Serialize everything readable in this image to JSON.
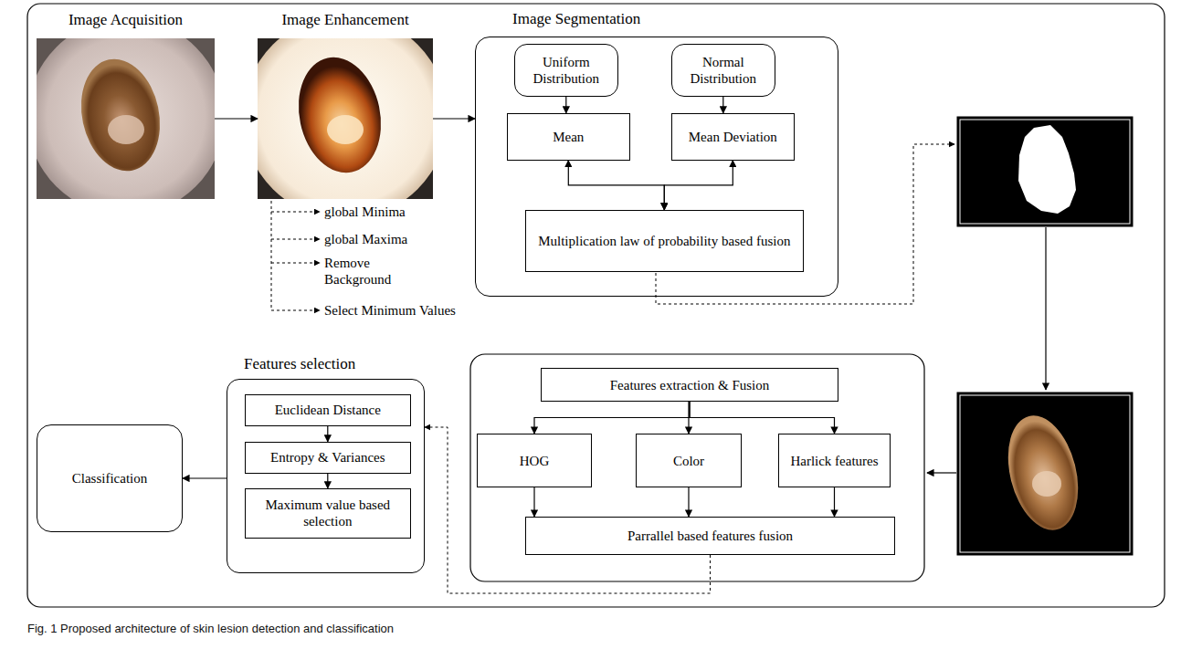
{
  "diagram": {
    "caption": "Fig. 1 Proposed architecture of skin lesion detection and classification",
    "nodes": [
      {
        "text": [
          "Image Acquisition"
        ]
      },
      {
        "text": [
          "Image Enhancement"
        ]
      },
      {
        "text": [
          "Image Segmentation"
        ]
      },
      {
        "text": [
          "Uniform Distribution"
        ],
        "in": 2
      },
      {
        "text": [
          "Normal Distribution"
        ],
        "in": 2
      },
      {
        "text": [
          "Mean"
        ],
        "in": 2
      },
      {
        "text": [
          "Mean Deviation"
        ],
        "in": 2
      },
      {
        "text": [
          "Multiplication law of probability based fusion"
        ],
        "in": 2
      },
      {
        "text": [
          "Features selection"
        ]
      },
      {
        "text": [
          "Euclidean Distance"
        ],
        "in": 8
      },
      {
        "text": [
          "Entropy & Variances"
        ],
        "in": 8
      },
      {
        "text": [
          "Maximum value based selection"
        ],
        "in": 8
      },
      {
        "text": [
          "Features extraction & Fusion"
        ]
      },
      {
        "text": [
          "HOG"
        ]
      },
      {
        "text": [
          "Color"
        ]
      },
      {
        "text": [
          "Harlick features"
        ]
      },
      {
        "text": [
          "Parrallel based features fusion"
        ]
      },
      {
        "text": [
          "Classification"
        ]
      }
    ],
    "edges": [
      {
        "from": 0,
        "to": 1,
        "arrow": "to"
      },
      {
        "from": 1,
        "to": 2,
        "arrow": "to"
      },
      {
        "from": 3,
        "to": 5,
        "arrow": "to"
      },
      {
        "from": 4,
        "to": 6,
        "arrow": "to"
      },
      {
        "from": 5,
        "to": 7,
        "arrow": "both"
      },
      {
        "from": 6,
        "to": 7,
        "arrow": "both"
      },
      {
        "from": 9,
        "to": 10,
        "arrow": "to"
      },
      {
        "from": 10,
        "to": 11,
        "arrow": "to"
      },
      {
        "from": 8,
        "to": 17,
        "arrow": "to"
      },
      {
        "from": 12,
        "to": 13,
        "arrow": "to"
      },
      {
        "from": 12,
        "to": 14,
        "arrow": "to"
      },
      {
        "from": 12,
        "to": 15,
        "arrow": "to"
      },
      {
        "from": 13,
        "to": 16,
        "arrow": "to"
      },
      {
        "from": 14,
        "to": 16,
        "arrow": "to"
      },
      {
        "from": 15,
        "to": 16,
        "arrow": "to"
      },
      {
        "from": 16,
        "to": 8,
        "arrow": "to"
      }
    ],
    "labels": [
      "global Minima",
      "global Maxima",
      "Remove Background",
      "Select Minimum Values"
    ]
  }
}
